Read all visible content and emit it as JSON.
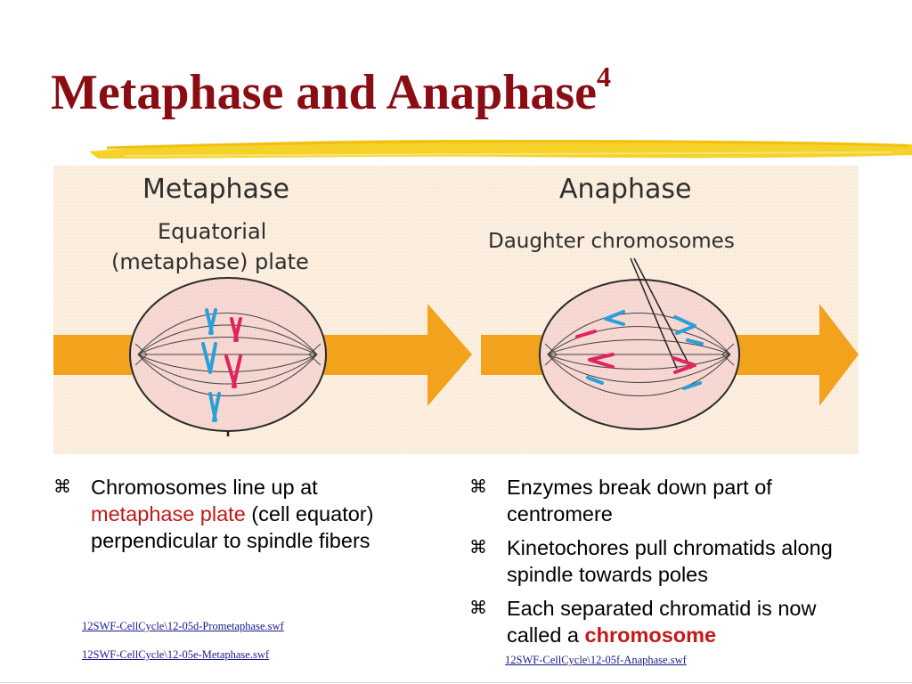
{
  "slide": {
    "title": "Metaphase and Anaphase",
    "title_sup": "4"
  },
  "figure": {
    "metaphase": {
      "heading": "Metaphase",
      "label_line1": "Equatorial",
      "label_line2": "(metaphase) plate"
    },
    "anaphase": {
      "heading": "Anaphase",
      "label": "Daughter chromosomes"
    }
  },
  "left_bullets": {
    "b1": {
      "part1": "Chromosomes line up at",
      "highlight": "metaphase plate",
      "part2": " (cell equator) perpendicular to spindle fibers"
    }
  },
  "right_bullets": {
    "b1": "Enzymes break down part of centromere",
    "b2": "Kinetochores pull chromatids along spindle towards poles",
    "b3_text": "Each separated chromatid is now called a ",
    "b3_highlight": "chromosome"
  },
  "links": {
    "prometaphase": "12SWF-CellCycle\\12-05d-Prometaphase.swf",
    "metaphase": "12SWF-CellCycle\\12-05e-Metaphase.swf",
    "anaphase": "12SWF-CellCycle\\12-05f-Anaphase.swf"
  },
  "colors": {
    "title": "#8b0d14",
    "highlight": "#c41818",
    "arrow": "#f2a21c",
    "cell_fill": "#f7d9d4",
    "figure_bg": "#fcefdf",
    "chromosome_blue": "#2b9fd8",
    "chromosome_red": "#e0245e"
  },
  "icons": {
    "bullet": "command-key-icon"
  }
}
